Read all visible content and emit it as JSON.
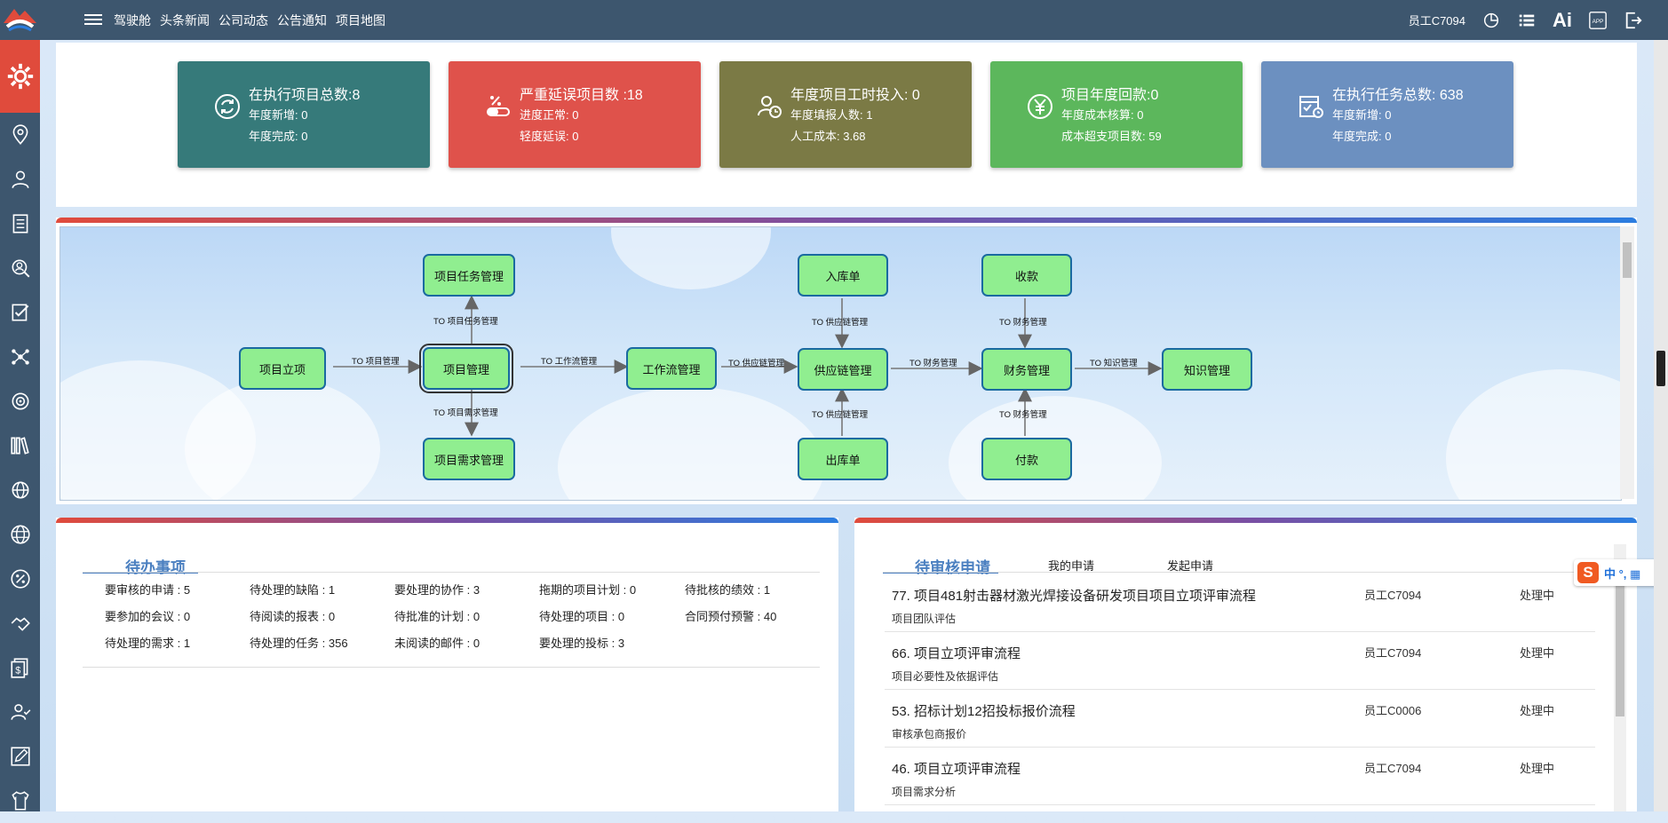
{
  "nav": {
    "items": [
      "驾驶舱",
      "头条新闻",
      "公司动态",
      "公告通知",
      "项目地图"
    ]
  },
  "user": {
    "name": "员工C7094"
  },
  "topbar_icons": [
    "pie-chart-icon",
    "list-icon",
    "ai-icon",
    "app-icon",
    "logout-icon"
  ],
  "ai_label": "Ai",
  "app_label": "APP",
  "sidebar": {
    "items": [
      "gear-icon",
      "location-icon",
      "user-icon",
      "document-icon",
      "search-user-icon",
      "checklist-icon",
      "network-icon",
      "target-icon",
      "library-icon",
      "globe-settings-icon",
      "globe-icon",
      "percent-icon",
      "handshake-icon",
      "finance-icon",
      "team-icon",
      "edit-icon",
      "shirt-icon"
    ]
  },
  "stats": [
    {
      "title": "在执行项目总数:8",
      "line1": "年度新增: 0",
      "line2": "年度完成: 0",
      "color": "#367a7a",
      "icon": "refresh-icon"
    },
    {
      "title": "严重延误项目数 :18",
      "line1": "进度正常: 0",
      "line2": "轻度延误: 0",
      "color": "#df524b",
      "icon": "percent-tag-icon"
    },
    {
      "title": "年度项目工时投入: 0",
      "line1": "年度填报人数: 1",
      "line2": "人工成本: 3.68",
      "color": "#7b7a45",
      "icon": "clock-users-icon"
    },
    {
      "title": "项目年度回款:0",
      "line1": "年度成本核算: 0",
      "line2": "成本超支项目数: 59",
      "color": "#5cb75c",
      "icon": "yuan-icon"
    },
    {
      "title": "在执行任务总数: 638",
      "line1": "年度新增: 0",
      "line2": "年度完成: 0",
      "color": "#6c90c0",
      "icon": "task-calendar-icon"
    }
  ],
  "flow": {
    "nodes": {
      "project_setup": "项目立项",
      "project_mgmt": "项目管理",
      "task_mgmt": "项目任务管理",
      "req_mgmt": "项目需求管理",
      "workflow_mgmt": "工作流管理",
      "supply_mgmt": "供应链管理",
      "inbound": "入库单",
      "outbound": "出库单",
      "finance_mgmt": "财务管理",
      "receipt": "收款",
      "payment": "付款",
      "knowledge_mgmt": "知识管理"
    },
    "edges": {
      "to_project_mgmt": "TO 项目管理",
      "to_task_mgmt": "TO 项目任务管理",
      "to_req_mgmt": "TO 项目需求管理",
      "to_workflow_mgmt": "TO 工作流管理",
      "to_supply_mgmt_main": "TO 供应链管理",
      "to_supply_mgmt_in": "TO 供应链管理",
      "to_supply_mgmt_out": "TO 供应链管理",
      "to_finance_main": "TO 财务管理",
      "to_finance_receipt": "TO 财务管理",
      "to_finance_payment": "TO 财务管理",
      "to_knowledge_mgmt": "TO 知识管理"
    }
  },
  "todo": {
    "title": "待办事项",
    "items": [
      [
        "要审核的申请",
        "5"
      ],
      [
        "待处理的缺陷",
        "1"
      ],
      [
        "要处理的协作",
        "3"
      ],
      [
        "拖期的项目计划",
        "0"
      ],
      [
        "待批核的绩效",
        "1"
      ],
      [
        "要参加的会议",
        "0"
      ],
      [
        "待阅读的报表",
        "0"
      ],
      [
        "待批准的计划",
        "0"
      ],
      [
        "待处理的项目",
        "0"
      ],
      [
        "合同预付预警",
        "40"
      ],
      [
        "待处理的需求",
        "1"
      ],
      [
        "待处理的任务",
        "356"
      ],
      [
        "未阅读的邮件",
        "0"
      ],
      [
        "要处理的投标",
        "3"
      ]
    ]
  },
  "review": {
    "tabs": [
      "待审核申请",
      "我的申请",
      "发起申请"
    ],
    "rows": [
      {
        "title": "77. 项目481射击器材激光焊接设备研发项目项目立项评审流程",
        "sub": "项目团队评估",
        "user": "员工C7094",
        "status": "处理中"
      },
      {
        "title": "66. 项目立项评审流程",
        "sub": "项目必要性及依据评估",
        "user": "员工C7094",
        "status": "处理中"
      },
      {
        "title": "53. 招标计划12招投标报价流程",
        "sub": "审核承包商报价",
        "user": "员工C0006",
        "status": "处理中"
      },
      {
        "title": "46. 项目立项评审流程",
        "sub": "项目需求分析",
        "user": "员工C7094",
        "status": "处理中"
      }
    ]
  },
  "ime": {
    "logo": "S",
    "text": "中 °, ▦"
  }
}
